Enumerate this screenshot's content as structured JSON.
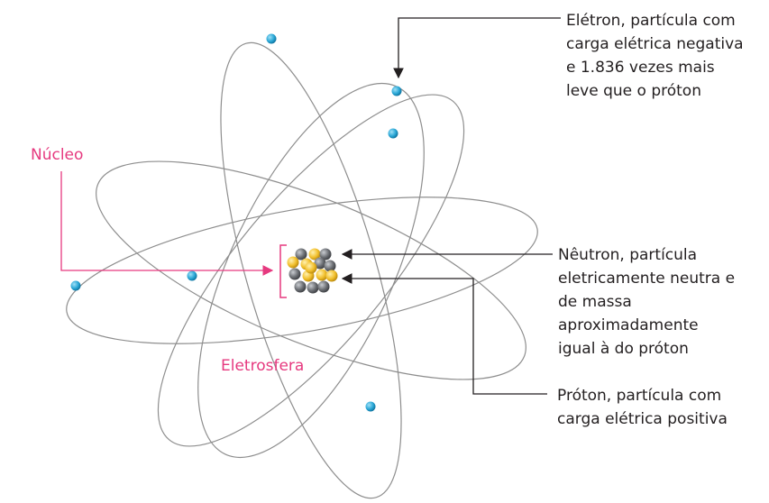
{
  "labels": {
    "nucleus": "Núcleo",
    "electrosphere": "Eletrosfera",
    "electron": [
      "Elétron, partícula com",
      "carga elétrica negativa",
      "e 1.836 vezes mais",
      "leve que o próton"
    ],
    "neutron": [
      "Nêutron, partícula",
      "eletricamente neutra e",
      "de massa aproximadamente",
      "igual à do próton"
    ],
    "proton": [
      "Próton, partícula com",
      "carga elétrica positiva"
    ]
  },
  "colors": {
    "orbit": "#8e8e8e",
    "electron": "#2aa7d6",
    "proton": "#f2c02d",
    "neutron": "#6b6e73",
    "accent": "#e6397f",
    "leader": "#231f20"
  },
  "counts": {
    "electrons": 6,
    "protons": 8,
    "neutrons": 8
  }
}
